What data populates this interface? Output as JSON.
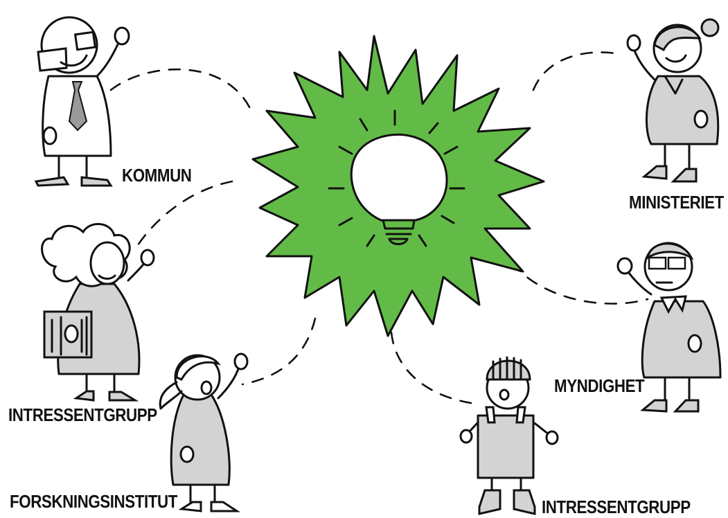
{
  "colors": {
    "burst": "#62bb46",
    "clothing": "#d3d3d3",
    "ink": "#111111",
    "background": "#ffffff"
  },
  "center": {
    "icon": "lightbulb-icon"
  },
  "labels": {
    "kommun": "KOMMUN",
    "ministeriet": "MINISTERIET",
    "intressentgrupp_left": "INTRESSENTGRUPP",
    "myndighet": "MYNDIGHET",
    "forskningsinstitut": "FORSKNINGSINSTITUT",
    "intressentgrupp_bottom": "INTRESSENTGRUPP"
  }
}
